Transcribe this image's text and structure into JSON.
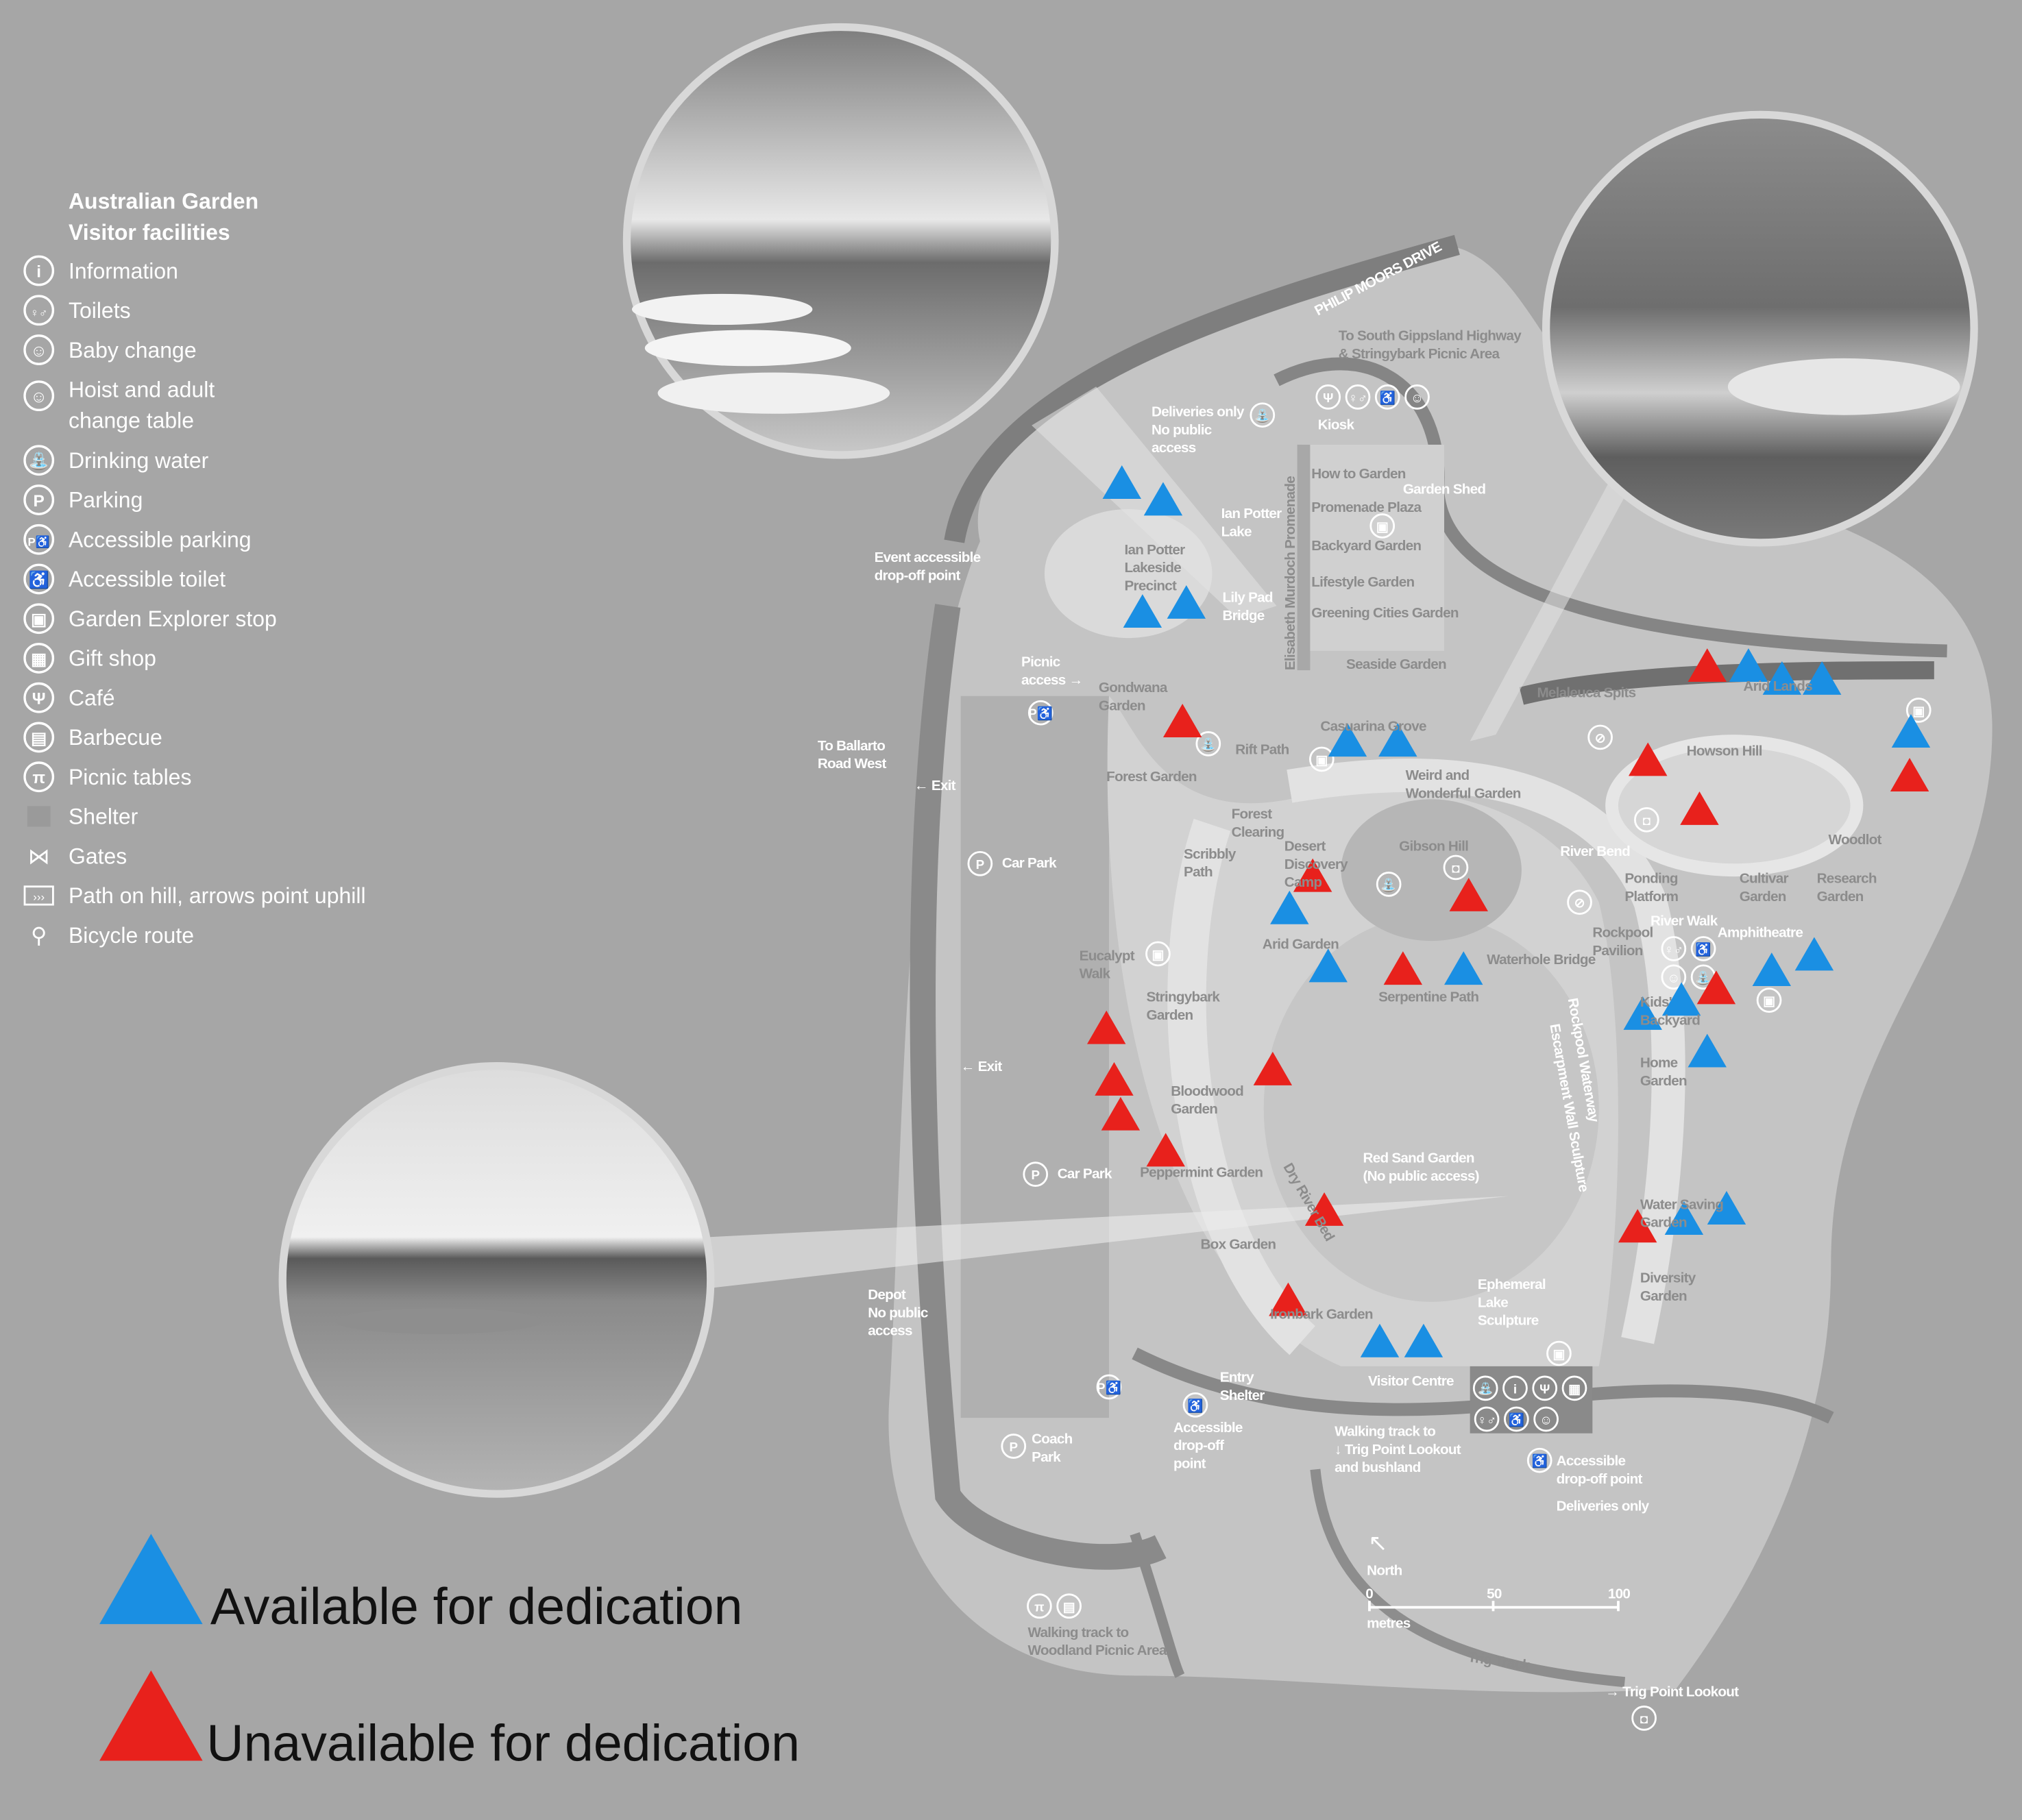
{
  "legend": {
    "title": [
      "Australian Garden",
      "Visitor facilities"
    ],
    "items": [
      {
        "icon": "information-icon",
        "glyph": "i",
        "label": [
          "Information"
        ]
      },
      {
        "icon": "toilets-icon",
        "glyph": "♀♂",
        "label": [
          "Toilets"
        ]
      },
      {
        "icon": "baby-change-icon",
        "glyph": "☺",
        "label": [
          "Baby change"
        ]
      },
      {
        "icon": "hoist-icon",
        "glyph": "☺",
        "label": [
          "Hoist and adult",
          "change table"
        ]
      },
      {
        "icon": "drinking-water-icon",
        "glyph": "⛲",
        "label": [
          "Drinking water"
        ]
      },
      {
        "icon": "parking-icon",
        "glyph": "P",
        "label": [
          "Parking"
        ]
      },
      {
        "icon": "accessible-parking-icon",
        "glyph": "P♿",
        "label": [
          "Accessible parking"
        ]
      },
      {
        "icon": "accessible-toilet-icon",
        "glyph": "♿",
        "label": [
          "Accessible toilet"
        ]
      },
      {
        "icon": "garden-explorer-icon",
        "glyph": "▣",
        "label": [
          "Garden Explorer stop"
        ]
      },
      {
        "icon": "gift-shop-icon",
        "glyph": "▦",
        "label": [
          "Gift shop"
        ]
      },
      {
        "icon": "cafe-icon",
        "glyph": "Ψ",
        "label": [
          "Café"
        ]
      },
      {
        "icon": "barbecue-icon",
        "glyph": "▤",
        "label": [
          "Barbecue"
        ]
      },
      {
        "icon": "picnic-tables-icon",
        "glyph": "π",
        "label": [
          "Picnic tables"
        ]
      },
      {
        "icon": "shelter-icon",
        "glyph": "",
        "label": [
          "Shelter"
        ]
      },
      {
        "icon": "gates-icon",
        "glyph": "⋈",
        "label": [
          "Gates"
        ]
      },
      {
        "icon": "path-on-hill-icon",
        "glyph": "›››",
        "label": [
          "Path on hill, arrows point uphill"
        ]
      },
      {
        "icon": "bicycle-icon",
        "glyph": "⚲",
        "label": [
          "Bicycle route"
        ]
      }
    ]
  },
  "dedication": {
    "available": "Available for dedication",
    "unavailable": "Unavailable for dedication",
    "available_color": "#1a8fe3",
    "unavailable_color": "#e8211c"
  },
  "map": {
    "labels": {
      "philip": [
        "PHILIP MOORS DRIVE"
      ],
      "south": [
        "To South Gippsland Highway",
        "& Stringybark Picnic Area"
      ],
      "deliveries": [
        "Deliveries only",
        "No public",
        "access"
      ],
      "kiosk": [
        "Kiosk"
      ],
      "how_to": [
        "How to Garden"
      ],
      "promenade_plaza": [
        "Promenade Plaza"
      ],
      "garden_shed": [
        "Garden Shed"
      ],
      "backyard": [
        "Backyard Garden"
      ],
      "lifestyle": [
        "Lifestyle Garden"
      ],
      "greening": [
        "Greening Cities Garden"
      ],
      "seaside": [
        "Seaside Garden"
      ],
      "ian_potter_lake": [
        "Ian Potter",
        "Lake"
      ],
      "lakeside": [
        "Ian Potter",
        "Lakeside",
        "Precinct"
      ],
      "lily_pad": [
        "Lily Pad",
        "Bridge"
      ],
      "murdoch": [
        "Elisabeth  Murdoch Promenade"
      ],
      "event_access": [
        "Event accessible",
        "drop-off point"
      ],
      "picnic_access": [
        "Picnic",
        "access →"
      ],
      "gondwana": [
        "Gondwana",
        "Garden"
      ],
      "rift_path": [
        "Rift Path"
      ],
      "ballarto": [
        "To Ballarto",
        "Road West"
      ],
      "exit1": [
        "← Exit"
      ],
      "forest_garden": [
        "Forest Garden"
      ],
      "forest_clearing": [
        "Forest",
        "Clearing"
      ],
      "casuarina": [
        "Casuarina Grove"
      ],
      "weird": [
        "Weird and",
        "Wonderful Garden"
      ],
      "melaleuca": [
        "Melaleuca Spits"
      ],
      "arid_lands": [
        "Arid Lands"
      ],
      "howson": [
        "Howson Hill"
      ],
      "woodlot": [
        "Woodlot"
      ],
      "river_bend": [
        "River Bend"
      ],
      "ponding": [
        "Ponding",
        "Platform"
      ],
      "cultivar": [
        "Cultivar",
        "Garden"
      ],
      "research": [
        "Research",
        "Garden"
      ],
      "river_walk": [
        "River Walk"
      ],
      "amphitheatre": [
        "Amphitheatre"
      ],
      "rockpool_pavilion": [
        "Rockpool",
        "Pavilion"
      ],
      "kids": [
        "Kids'",
        "Backyard"
      ],
      "home": [
        "Home",
        "Garden"
      ],
      "water_saving": [
        "Water Saving",
        "Garden"
      ],
      "diversity": [
        "Diversity",
        "Garden"
      ],
      "car_park1": [
        "Car Park"
      ],
      "scribbly": [
        "Scribbly",
        "Path"
      ],
      "desert": [
        "Desert",
        "Discovery",
        "Camp"
      ],
      "gibson": [
        "Gibson Hill"
      ],
      "arid": [
        "Arid Garden"
      ],
      "eucalypt": [
        "Eucalypt",
        "Walk"
      ],
      "waterhole": [
        "Waterhole Bridge"
      ],
      "serpentine": [
        "Serpentine Path"
      ],
      "stringybark": [
        "Stringybark",
        "Garden"
      ],
      "rockpool_waterway": [
        "Rockpool   Waterway"
      ],
      "escarpment": [
        "Escarpment Wall Sculpture"
      ],
      "exit2": [
        "← Exit"
      ],
      "bloodwood": [
        "Bloodwood",
        "Garden"
      ],
      "red_sand": [
        "Red Sand Garden",
        "(No public access)"
      ],
      "car_park2": [
        "Car Park"
      ],
      "peppermint": [
        "Peppermint Garden"
      ],
      "dry_river": [
        "Dry  River  Bed"
      ],
      "box": [
        "Box Garden"
      ],
      "depot": [
        "Depot",
        "No public",
        "access"
      ],
      "ephemeral": [
        "Ephemeral",
        "Lake",
        "Sculpture"
      ],
      "ironbark": [
        "Ironbark Garden"
      ],
      "visitor_centre": [
        "Visitor Centre"
      ],
      "entry_shelter": [
        "Entry",
        "Shelter"
      ],
      "acc_drop1": [
        "Accessible",
        "drop-off",
        "point"
      ],
      "coach": [
        "Coach",
        "Park"
      ],
      "walking_trig": [
        "Walking track to",
        "↓ Trig Point Lookout",
        "and bushland"
      ],
      "acc_drop2": [
        "Accessible",
        "drop-off point"
      ],
      "deliveries_only": [
        "Deliveries only"
      ],
      "north": [
        "North"
      ],
      "scale0": [
        "0"
      ],
      "scale50": [
        "50"
      ],
      "scale100": [
        "100"
      ],
      "metres": [
        "metres"
      ],
      "woodland": [
        "Walking track to",
        "Woodland Picnic Area"
      ],
      "trig_track": [
        "Trig Track"
      ],
      "trig_point": [
        "→ Trig Point Lookout"
      ]
    }
  }
}
